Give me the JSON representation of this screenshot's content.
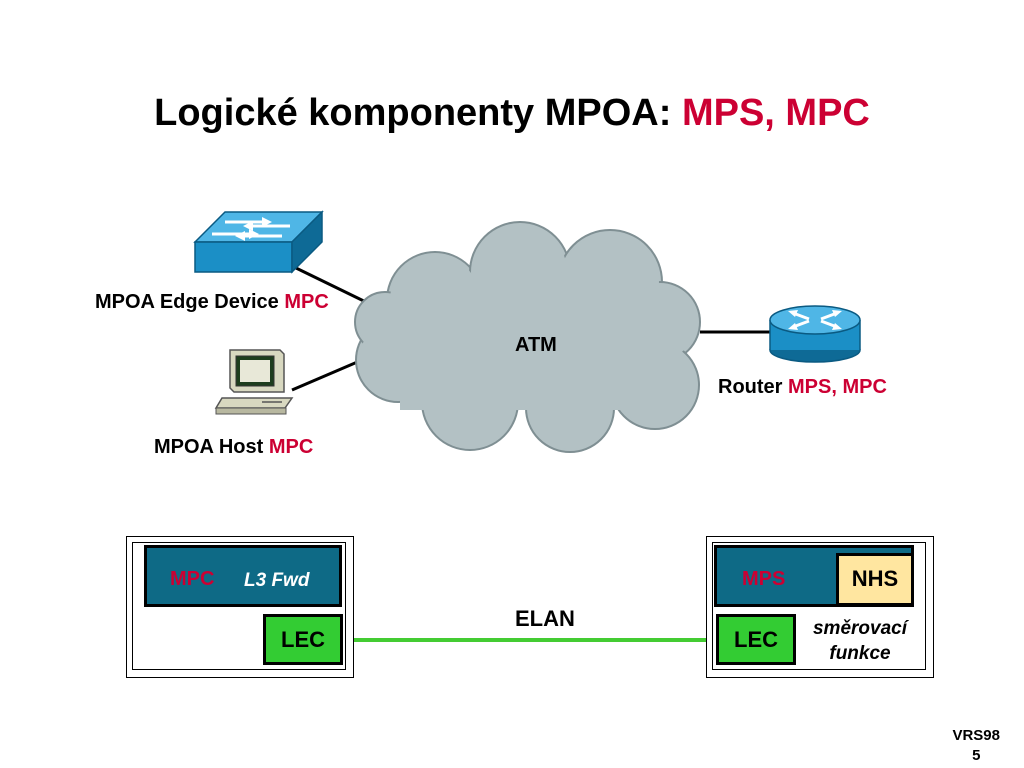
{
  "title": {
    "main": "Logické komponenty MPOA: ",
    "accent": "MPS, MPC"
  },
  "cloud": {
    "label": "ATM"
  },
  "edge_device": {
    "label": "MPOA Edge Device ",
    "role": "MPC"
  },
  "host": {
    "label": "MPOA Host ",
    "role": "MPC"
  },
  "router": {
    "label": "Router ",
    "role": "MPS, MPC"
  },
  "left_box": {
    "bar_role": "MPC",
    "bar_text": "L3 Fwd",
    "lec": "LEC"
  },
  "right_box": {
    "bar_role": "MPS",
    "nhs": "NHS",
    "lec": "LEC",
    "note_line1": "směrovací",
    "note_line2": "funkce"
  },
  "elan": {
    "label": "ELAN"
  },
  "footer": {
    "line1": "VRS98",
    "line2": "5"
  },
  "colors": {
    "accent": "#cc0033",
    "cloud": "#b3c1c4",
    "device_blue": "#1b8fc6",
    "bar": "#0e6a86",
    "lec_green": "#33cc33",
    "elan_line": "#44cc33",
    "nhs_fill": "#ffe6a0"
  }
}
